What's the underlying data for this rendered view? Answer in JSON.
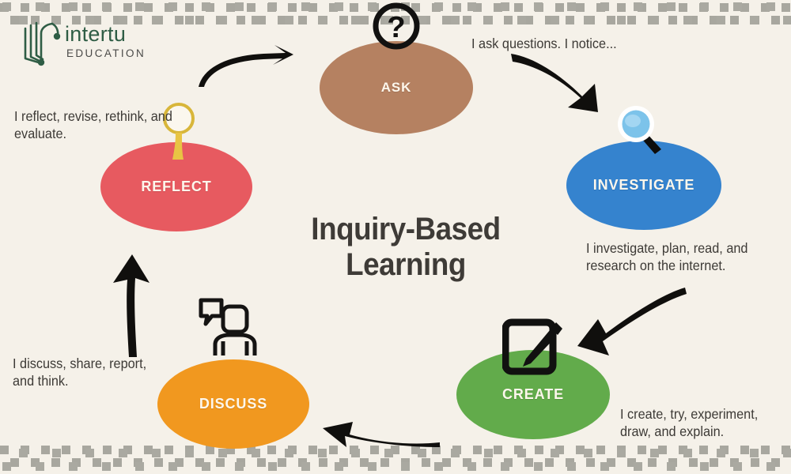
{
  "brand": {
    "name": "intertu",
    "tagline": "EDUCATION",
    "logo_icon": "open-book-icon",
    "color": "#2f5d45"
  },
  "diagram": {
    "title": "Inquiry-Based Learning",
    "type": "cycle",
    "background": "#f5f1e9",
    "border_pattern": "checkered-squares",
    "border_color": "#9d9d95",
    "nodes": [
      {
        "id": "ask",
        "label": "ASK",
        "color": "#b58161",
        "caption": "I ask questions. I notice...",
        "icon": "question-mark-circle-icon"
      },
      {
        "id": "investigate",
        "label": "INVESTIGATE",
        "color": "#3583ce",
        "caption": "I investigate, plan, read, and research on the internet.",
        "icon": "magnifying-glass-icon"
      },
      {
        "id": "create",
        "label": "CREATE",
        "color": "#62ab4b",
        "caption": "I create, try, experiment, draw, and explain.",
        "icon": "pencil-edit-square-icon"
      },
      {
        "id": "discuss",
        "label": "DISCUSS",
        "color": "#f1981f",
        "caption": "I discuss, share, report, and think.",
        "icon": "person-speech-bubble-icon"
      },
      {
        "id": "reflect",
        "label": "REFLECT",
        "color": "#e75a60",
        "caption": "I reflect, revise, rethink, and evaluate.",
        "icon": "lightbulb-icon"
      }
    ],
    "arrows": [
      {
        "from": "reflect",
        "to": "ask"
      },
      {
        "from": "ask",
        "to": "investigate"
      },
      {
        "from": "investigate",
        "to": "create"
      },
      {
        "from": "create",
        "to": "discuss"
      },
      {
        "from": "discuss",
        "to": "reflect"
      }
    ]
  }
}
